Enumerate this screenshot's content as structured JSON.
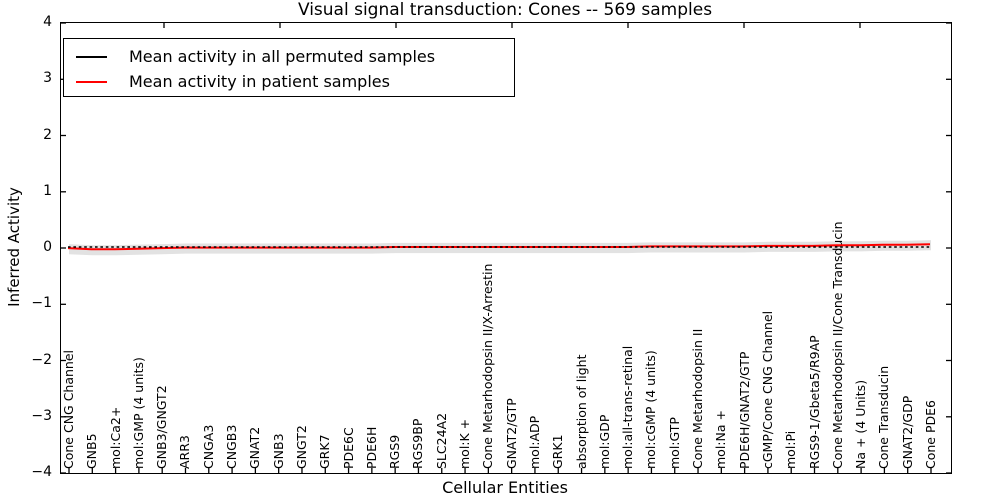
{
  "title": "Visual signal transduction: Cones -- 569 samples",
  "legend": {
    "items": [
      {
        "label": "Mean activity in all permuted samples",
        "color": "#000000"
      },
      {
        "label": "Mean activity in patient samples",
        "color": "#ff0000"
      }
    ]
  },
  "axes": {
    "ylabel": "Inferred Activity",
    "xlabel": "Cellular Entities",
    "yticks": [
      4,
      3,
      2,
      1,
      0,
      -1,
      -2,
      -3,
      -4
    ],
    "ytick_labels": [
      "4",
      "3",
      "2",
      "1",
      "0",
      "−1",
      "−2",
      "−3",
      "−4"
    ]
  },
  "chart_data": {
    "type": "line",
    "title": "Visual signal transduction: Cones -- 569 samples",
    "xlabel": "Cellular Entities",
    "ylabel": "Inferred Activity",
    "ylim": [
      -4,
      4
    ],
    "grid": false,
    "legend_position": "upper left",
    "categories": [
      "Cone CNG Channel",
      "GNB5",
      "mol:Ca2+",
      "mol:GMP (4 units)",
      "GNB3/GNGT2",
      "ARR3",
      "CNGA3",
      "CNGB3",
      "GNAT2",
      "GNB3",
      "GNGT2",
      "GRK7",
      "PDE6C",
      "PDE6H",
      "RGS9",
      "RGS9BP",
      "SLC24A2",
      "mol:K +",
      "Cone Metarhodopsin II/X-Arrestin",
      "GNAT2/GTP",
      "mol:ADP",
      "GRK1",
      "absorption of light",
      "mol:GDP",
      "mol:all-trans-retinal",
      "mol:cGMP (4 units)",
      "mol:GTP",
      "Cone Metarhodopsin II",
      "mol:Na +",
      "PDE6H/GNAT2/GTP",
      "cGMP/Cone CNG Channel",
      "mol:Pi",
      "RGS9-1/Gbeta5/R9AP",
      "Cone Metarhodopsin II/Cone Transducin",
      "Na + (4 Units)",
      "Cone Transducin",
      "GNAT2/GDP",
      "Cone PDE6"
    ],
    "series": [
      {
        "name": "Mean activity in all permuted samples",
        "color": "#000000",
        "dash": "dashed",
        "values": [
          0,
          0,
          0,
          0,
          0,
          0,
          0,
          0,
          0,
          0,
          0,
          0,
          0,
          0,
          0,
          0,
          0,
          0,
          0,
          0,
          0,
          0,
          0,
          0,
          0,
          0,
          0,
          0,
          0,
          0,
          0,
          0,
          0,
          0,
          0,
          0,
          0,
          0
        ]
      },
      {
        "name": "Mean activity in patient samples",
        "color": "#ff0000",
        "dash": "solid",
        "values": [
          -0.02,
          -0.04,
          -0.04,
          -0.03,
          -0.02,
          -0.01,
          -0.01,
          -0.01,
          -0.01,
          -0.01,
          -0.01,
          -0.01,
          -0.01,
          -0.01,
          0,
          0,
          0,
          0,
          0,
          0,
          0,
          0,
          0,
          0,
          0,
          0.01,
          0.01,
          0.01,
          0.01,
          0.01,
          0.02,
          0.02,
          0.02,
          0.03,
          0.03,
          0.04,
          0.04,
          0.05
        ]
      }
    ],
    "band": {
      "center": 0.0,
      "halfwidth": 0.09,
      "color": "#e2e2e2"
    },
    "top_tick_offsets": [
      103,
      219,
      335,
      451,
      567,
      683,
      799
    ]
  }
}
